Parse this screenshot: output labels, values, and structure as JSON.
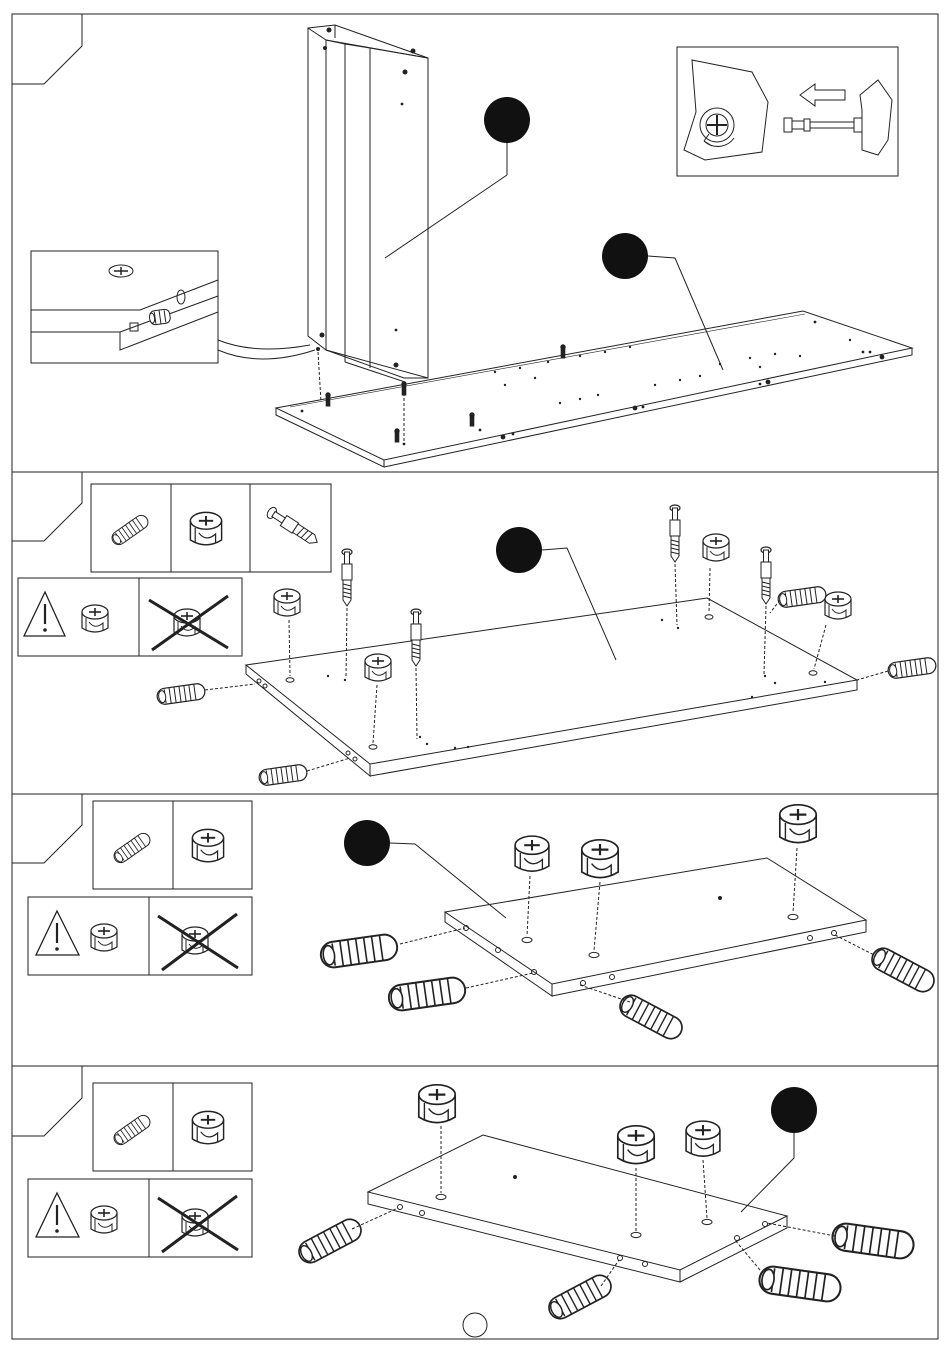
{
  "page": {
    "page_number": "",
    "stroke_color": "#222222",
    "fill_color": "#ffffff",
    "callout_color": "#111111"
  },
  "steps": [
    {
      "id": "step-1",
      "step_number": "",
      "callout_labels": [
        "",
        ""
      ]
    },
    {
      "id": "step-2",
      "step_number": "",
      "callout_labels": [
        ""
      ]
    },
    {
      "id": "step-3",
      "step_number": "",
      "callout_labels": [
        ""
      ]
    },
    {
      "id": "step-4",
      "step_number": "",
      "callout_labels": [
        ""
      ]
    }
  ],
  "hardware_icons": [
    "wooden-dowel-icon",
    "cam-lock-icon",
    "cam-bolt-icon",
    "warning-triangle-icon",
    "wrong-orientation-cross-icon",
    "screwdriver-rotate-icon",
    "push-arrow-icon"
  ]
}
